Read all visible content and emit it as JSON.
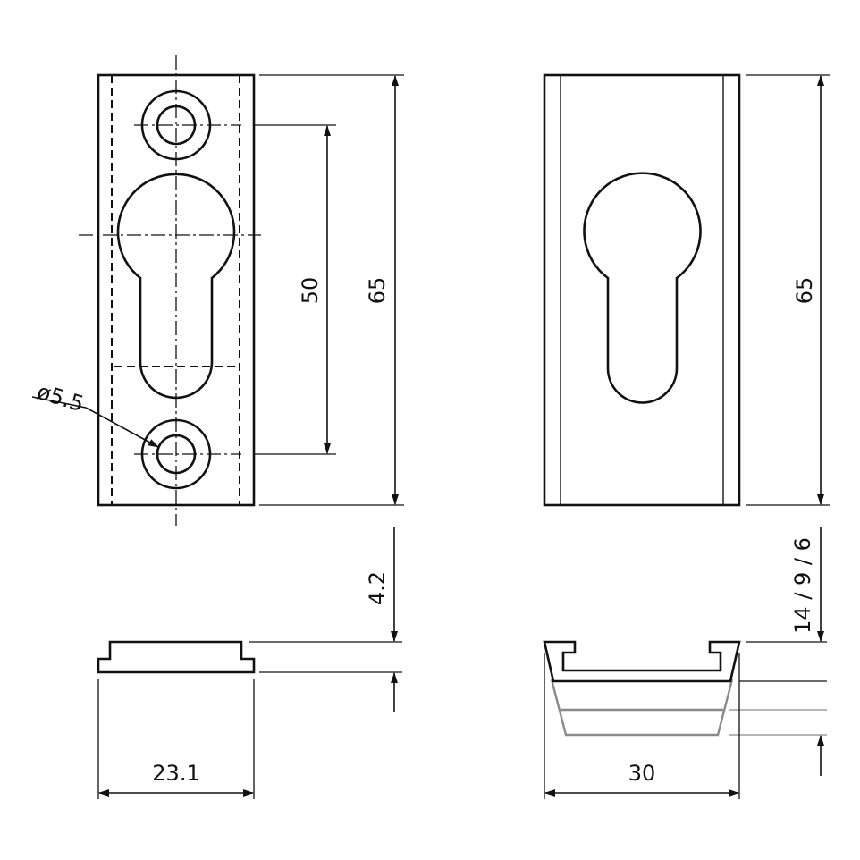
{
  "dimensions": {
    "front_height_left": "65",
    "hole_spacing": "50",
    "hole_diameter": "ø5.5",
    "front_height_right": "65",
    "thickness_left": "4.2",
    "thickness_right": "14 / 9 / 6",
    "width_left": "23.1",
    "width_right": "30"
  },
  "colors": {
    "line": "#111111",
    "variant_outline": "#8a8a8a",
    "background": "#ffffff"
  }
}
